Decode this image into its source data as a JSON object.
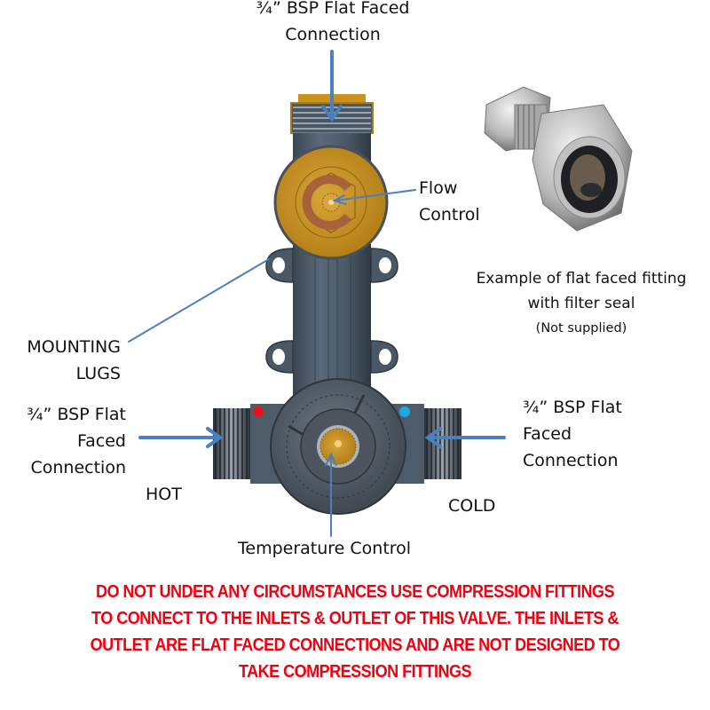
{
  "labels": {
    "top_connection": "¾” BSP Flat Faced Connection",
    "top_connection_line1": "¾” BSP Flat Faced",
    "top_connection_line2": "Connection",
    "flow_control_line1": "Flow",
    "flow_control_line2": "Control",
    "example_line1": "Example of flat faced fitting",
    "example_line2": "with filter seal",
    "example_note": "(Not supplied)",
    "mounting_line1": "MOUNTING",
    "mounting_line2": "LUGS",
    "left_conn_line1": "¾” BSP Flat",
    "left_conn_line2": "Faced",
    "left_conn_line3": "Connection",
    "hot": "HOT",
    "right_conn_line1": "¾” BSP Flat",
    "right_conn_line2": "Faced",
    "right_conn_line3": "Connection",
    "cold": "COLD",
    "temperature_control": "Temperature Control"
  },
  "warning": {
    "line1": "DO NOT UNDER ANY CIRCUMSTANCES USE COMPRESSION FITTINGS",
    "line2": "TO CONNECT TO THE INLETS & OUTLET OF THIS VALVE. THE INLETS &",
    "line3": "OUTLET ARE FLAT FACED CONNECTIONS AND ARE NOT DESIGNED TO",
    "line4": "TAKE COMPRESSION FITTINGS"
  },
  "colors": {
    "arrow": "#4a7fc0",
    "warning_text": "#f00010",
    "valve_body": "#4a5866",
    "brass": "#c8931e",
    "hot_dot": "#e8101a",
    "cold_dot": "#1aa8e8"
  }
}
